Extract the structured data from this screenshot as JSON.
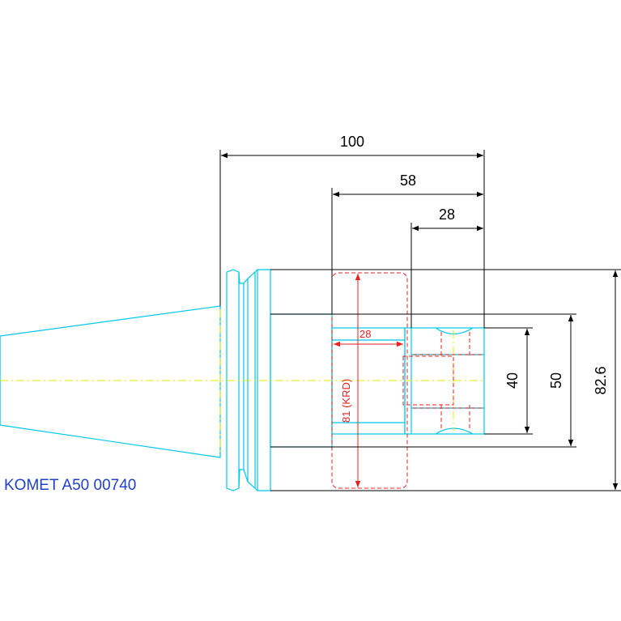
{
  "drawing": {
    "part_label": "KOMET A50 00740",
    "colors": {
      "tool": "#00c8e8",
      "dimension": "#000000",
      "insert": "#e82020",
      "centerline": "#e8e800",
      "label": "#2040c8"
    },
    "dimensions": {
      "overall_length": "100",
      "length_58": "58",
      "length_28": "28",
      "diameter_40": "40",
      "diameter_50": "50",
      "diameter_82_6": "82.6"
    },
    "insert_labels": {
      "width_28": "28",
      "krd": "81 (KRD)"
    }
  }
}
